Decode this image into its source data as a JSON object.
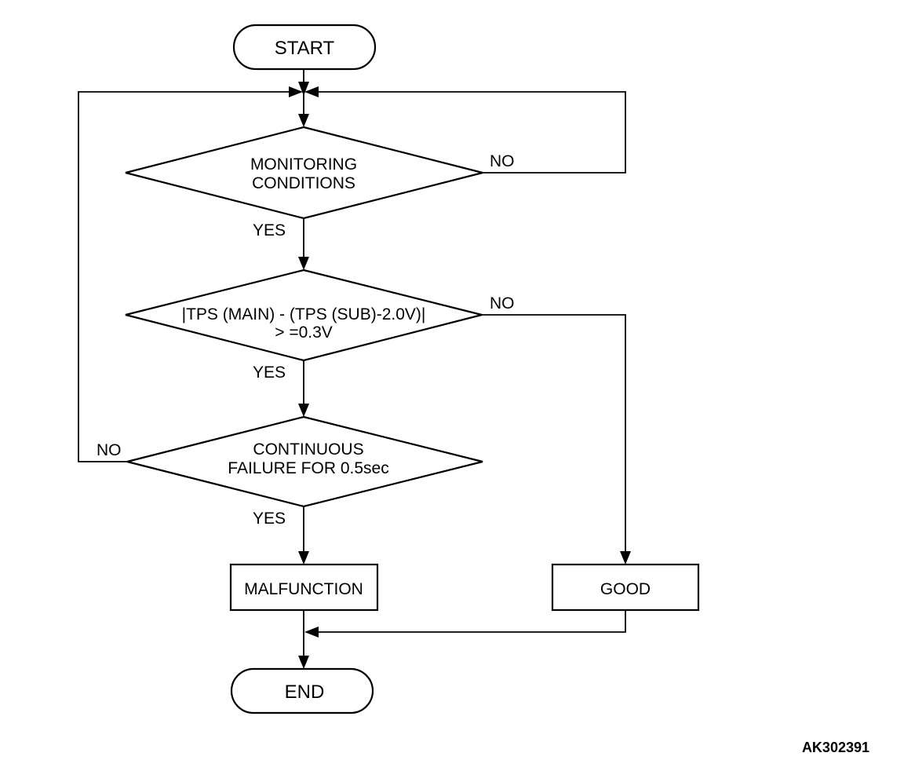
{
  "nodes": {
    "start": "START",
    "monitoring": [
      "MONITORING",
      "CONDITIONS"
    ],
    "tps_check": [
      "|TPS (MAIN) - (TPS (SUB)-2.0V)|",
      "> =0.3V"
    ],
    "continuous": [
      "CONTINUOUS",
      "FAILURE FOR 0.5sec"
    ],
    "malfunction": "MALFUNCTION",
    "good": "GOOD",
    "end": "END"
  },
  "edges": {
    "monitoring_no": "NO",
    "monitoring_yes": "YES",
    "tps_no": "NO",
    "tps_yes": "YES",
    "continuous_no": "NO",
    "continuous_yes": "YES"
  },
  "figure_code": "AK302391"
}
